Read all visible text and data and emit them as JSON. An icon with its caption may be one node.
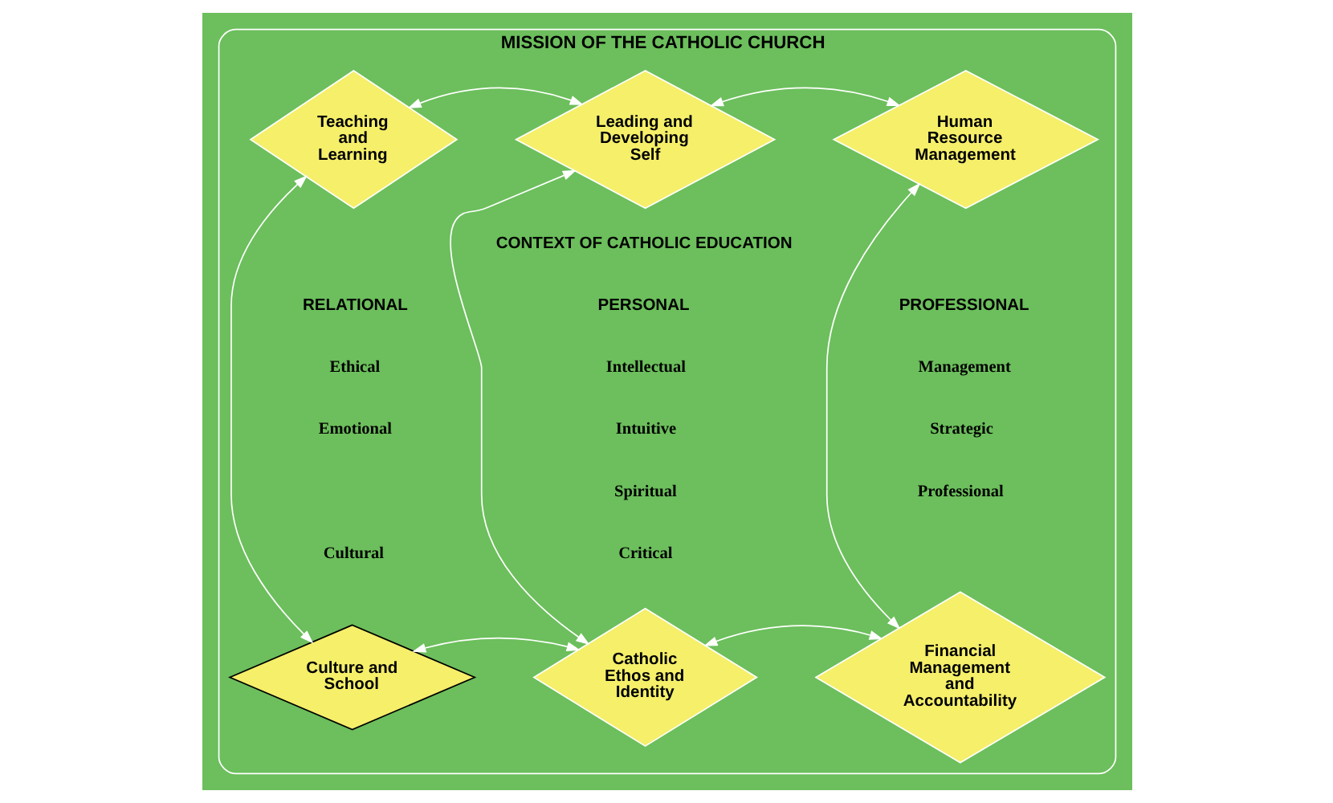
{
  "diagram": {
    "nodes": [
      {
        "text": [
          "MISSION OF THE CATHOLIC CHURCH"
        ]
      },
      {
        "text": [
          "Teaching and Learning"
        ],
        "in": 0
      },
      {
        "text": [
          "Leading and Developing Self"
        ],
        "in": 0
      },
      {
        "text": [
          "Human Resource Management"
        ],
        "in": 0
      },
      {
        "text": [
          "Culture and School"
        ],
        "in": 0
      },
      {
        "text": [
          "Catholic Ethos and Identity"
        ],
        "in": 0
      },
      {
        "text": [
          "Financial Management and Accountability"
        ],
        "in": 0
      }
    ],
    "edges": [
      {
        "from": 1,
        "to": 2,
        "arrow": "both"
      },
      {
        "from": 2,
        "to": 3,
        "arrow": "both"
      },
      {
        "from": 1,
        "to": 4,
        "arrow": "both"
      },
      {
        "from": 2,
        "to": 5,
        "arrow": "both"
      },
      {
        "from": 3,
        "to": 6,
        "arrow": "both"
      },
      {
        "from": 4,
        "to": 5,
        "arrow": "both"
      },
      {
        "from": 5,
        "to": 6,
        "arrow": "both"
      }
    ],
    "labels": [
      "CONTEXT OF CATHOLIC EDUCATION",
      "RELATIONAL",
      "Ethical",
      "Emotional",
      "Cultural",
      "PERSONAL",
      "Intellectual",
      "Intuitive",
      "Spiritual",
      "Critical",
      "PROFESSIONAL",
      "Management",
      "Strategic",
      "Professional"
    ]
  }
}
